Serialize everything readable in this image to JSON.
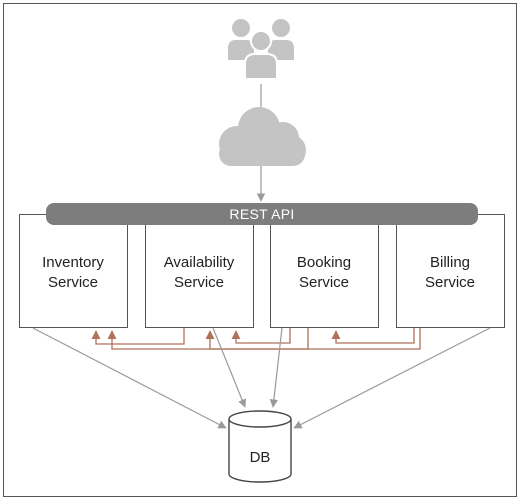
{
  "api": {
    "label": "REST API"
  },
  "services": [
    {
      "line1": "Inventory",
      "line2": "Service"
    },
    {
      "line1": "Availability",
      "line2": "Service"
    },
    {
      "line1": "Booking",
      "line2": "Service"
    },
    {
      "line1": "Billing",
      "line2": "Service"
    }
  ],
  "db": {
    "label": "DB"
  },
  "icons": {
    "users": "users-group-icon",
    "cloud": "cloud-icon"
  },
  "colors": {
    "border": "#555555",
    "icon_gray": "#c4c4c4",
    "api_bar": "#7d7d7d",
    "gray_arrow": "#9a9a9a",
    "brown_arrow": "#b0715a"
  }
}
